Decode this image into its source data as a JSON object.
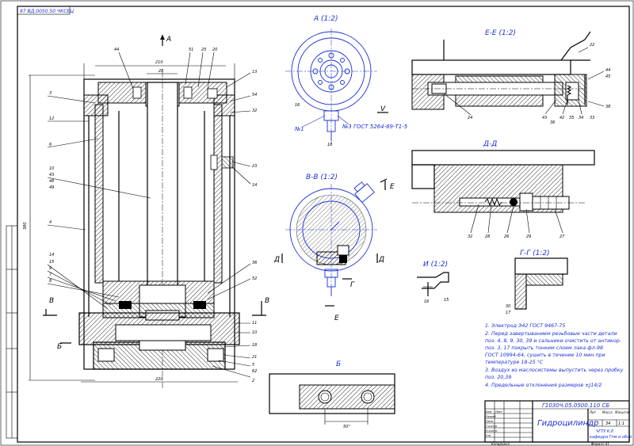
{
  "drawing": {
    "top_code": "97 ВД.0050.50 ЧКСЕЦ",
    "title_code": "Г1030Ч.05.0500.110 СБ",
    "title_name": "Гидроцилиндр",
    "org_line1": "ЧГТУ К.Р.",
    "org_line2": "кафедра Гпм и обор",
    "sheet_no": "34",
    "format": "Формат А1",
    "copied": "Копировал"
  },
  "views": {
    "view_a": "А (1:2)",
    "view_ee": "Е-Е (1:2)",
    "view_vv": "В-В (1:2)",
    "view_dd": "Д-Д",
    "view_i": "И (1:2)",
    "view_gg": "Г-Г (1:2)",
    "view_b": "Б"
  },
  "section_marks": {
    "a": "А",
    "b": "Б",
    "v": "В",
    "g": "Г",
    "d": "Д",
    "e": "Е",
    "i": "И",
    "v2": "V"
  },
  "dimensions": {
    "d210": "210",
    "d28": "28",
    "d220": "220",
    "d380": "380",
    "d18": "18",
    "d16": "16",
    "d50": "50°"
  },
  "callouts_left": [
    "3",
    "12",
    "6",
    "10",
    "43",
    "48",
    "49",
    "4",
    "14",
    "15",
    "9",
    "7",
    "8"
  ],
  "callouts_top": [
    "44",
    "51",
    "25",
    "20",
    "13"
  ],
  "callouts_right": [
    "54",
    "32",
    "23",
    "14",
    "36",
    "52",
    "11",
    "10",
    "18",
    "21",
    "5",
    "62",
    "2"
  ],
  "ee_callouts": [
    "22",
    "44",
    "45",
    "38",
    "24",
    "43",
    "36",
    "42",
    "35",
    "34",
    "33"
  ],
  "dd_callouts": [
    "32",
    "28",
    "26",
    "29",
    "27"
  ],
  "a_callouts": {
    "n1": "№1",
    "gost": "№3 ГОСТ 5264-69-Т1-5"
  },
  "notes": [
    "1. Электрод Э42 ГОСТ 9467-75",
    "2. Перед завертыванием резьбовые части детали",
    "   поз. 4, 8, 9, 30, 39 и сальники очистить от антикор.",
    "   поз. 3, 17 покрыть тонким слоем лака фл-98",
    "   ГОСТ 10994-64, сушить в течение 10 мин при",
    "   температуре 18-25 °С",
    "3. Воздух из маслосистемы выпустить через пробку",
    "   поз. 20,39",
    "4. Предельные отклонения размеров ±J14/2"
  ],
  "stamp_rows": [
    "Изм",
    "Лист",
    "Разраб",
    "Пров",
    "Т.контр",
    "Н.контр",
    "Утв"
  ],
  "stamp_letters": "Лит",
  "stamp_mass": "Масса",
  "stamp_scale": "Масштаб",
  "stamp_scale_val": "1:1"
}
